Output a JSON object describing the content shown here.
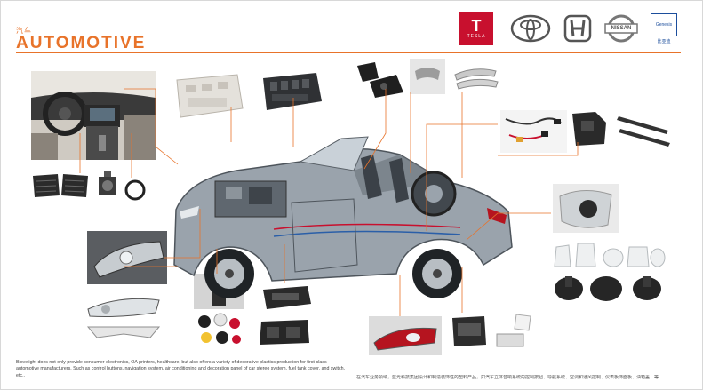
{
  "header": {
    "title_cn": "汽车",
    "title_en": "AUTOMOTIVE"
  },
  "logos": [
    {
      "name": "Tesla",
      "mark": "T",
      "word": "TESLA"
    },
    {
      "name": "Toyota"
    },
    {
      "name": "Honda"
    },
    {
      "name": "Nissan",
      "word": "NISSAN"
    },
    {
      "name": "BYD",
      "box": "Genesis",
      "label": "比亚迪"
    }
  ],
  "description_en": "Biovelight does not only provide consumer electronics, OA printers, healthcare, but also offers a variety of decorative plastics production for first-class automotive manufacturers. Such as control buttons, navigation system, air conditioning and decoration panel of car stereo system, fuel tank cover, and switch, etc..",
  "description_cn": "在汽车业务领域，蓝光科技集团设计和制造装饰性的塑料产品，如汽车立体音响系统的控制按钮、导航系统、空调和通风控制、仪表板饰面板、油箱盖、等",
  "colors": {
    "accent": "#e8732a",
    "tesla_red": "#c8102e",
    "byd_blue": "#1c4e9c"
  }
}
